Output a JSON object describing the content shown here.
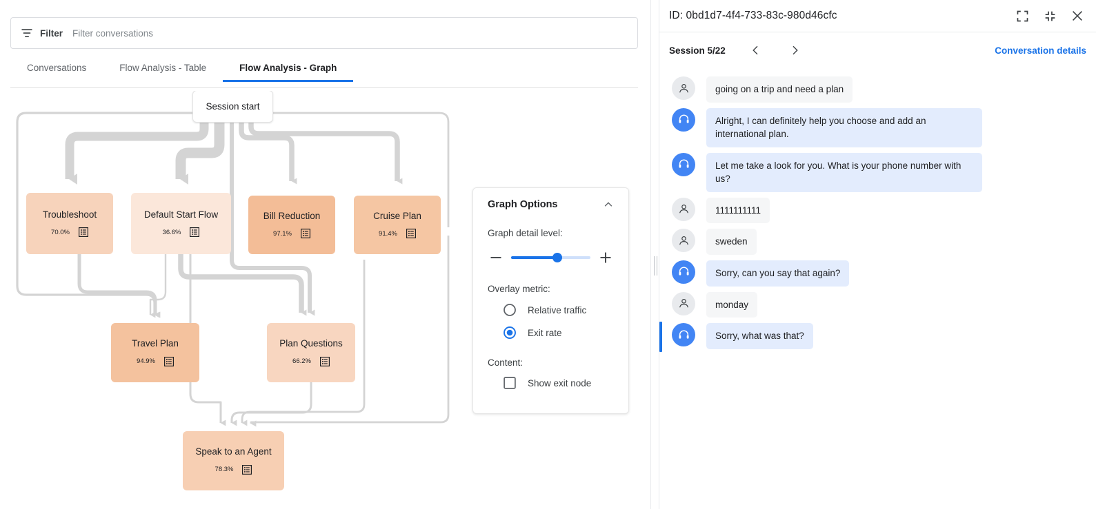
{
  "filter": {
    "icon": "filter-icon",
    "label": "Filter",
    "placeholder": "Filter conversations",
    "value": ""
  },
  "tabs": [
    {
      "label": "Conversations",
      "active": false
    },
    {
      "label": "Flow Analysis - Table",
      "active": false
    },
    {
      "label": "Flow Analysis - Graph",
      "active": true
    }
  ],
  "graph": {
    "session_start_label": "Session start",
    "metric_label": "Exit rate",
    "nodes": [
      {
        "id": "troubleshoot",
        "label": "Troubleshoot",
        "metric": "70.0%",
        "value": 70.0,
        "color": "#f7d3bb",
        "icon": "list-icon"
      },
      {
        "id": "default_start",
        "label": "Default Start Flow",
        "metric": "36.6%",
        "value": 36.6,
        "color": "#fbe7da",
        "icon": "list-icon"
      },
      {
        "id": "bill_reduction",
        "label": "Bill Reduction",
        "metric": "97.1%",
        "value": 97.1,
        "color": "#f3bd97",
        "icon": "list-icon"
      },
      {
        "id": "cruise_plan",
        "label": "Cruise Plan",
        "metric": "91.4%",
        "value": 91.4,
        "color": "#f5c6a3",
        "icon": "list-icon"
      },
      {
        "id": "travel_plan",
        "label": "Travel Plan",
        "metric": "94.9%",
        "value": 94.9,
        "color": "#f4c29e",
        "icon": "list-icon"
      },
      {
        "id": "plan_questions",
        "label": "Plan Questions",
        "metric": "66.2%",
        "value": 66.2,
        "color": "#f8d6c0",
        "icon": "list-icon"
      },
      {
        "id": "speak_agent",
        "label": "Speak to an Agent",
        "metric": "78.3%",
        "value": 78.3,
        "color": "#f7cfb3",
        "icon": "list-icon"
      }
    ],
    "edge_color": "#d4d4d4"
  },
  "options": {
    "title": "Graph Options",
    "collapse_icon": "chevron-up-icon",
    "detail_level_label": "Graph detail level:",
    "decrease_icon": "minus-icon",
    "increase_icon": "plus-icon",
    "slider_percent": 58,
    "overlay_metric_label": "Overlay metric:",
    "radios": [
      {
        "label": "Relative traffic",
        "selected": false
      },
      {
        "label": "Exit rate",
        "selected": true
      }
    ],
    "content_label": "Content:",
    "checkbox": {
      "label": "Show exit node",
      "checked": false
    }
  },
  "conversation": {
    "id_text": "ID: 0bd1d7-4f4-733-83c-980d46cfc",
    "expand_icon": "expand-icon",
    "collapse_icon": "collapse-icon",
    "close_icon": "close-icon",
    "session_label": "Session 5/22",
    "prev_icon": "chevron-left-icon",
    "next_icon": "chevron-right-icon",
    "details_link": "Conversation details",
    "messages": [
      {
        "sender": "user",
        "text": "going on a trip and need a plan",
        "highlighted": false
      },
      {
        "sender": "agent",
        "text": "Alright, I can definitely help you choose and add an international plan.",
        "highlighted": false
      },
      {
        "sender": "agent",
        "text": "Let me take a look for you. What is your phone number with us?",
        "highlighted": false
      },
      {
        "sender": "user",
        "text": "1111111111",
        "highlighted": false
      },
      {
        "sender": "user",
        "text": "sweden",
        "highlighted": false
      },
      {
        "sender": "agent",
        "text": "Sorry, can you say that again?",
        "highlighted": false
      },
      {
        "sender": "user",
        "text": "monday",
        "highlighted": false
      },
      {
        "sender": "agent",
        "text": "Sorry, what was that?",
        "highlighted": true
      }
    ]
  },
  "colors": {
    "accent": "#1a73e8",
    "agent_bubble": "#e3ecfd",
    "user_bubble": "#f5f6f7",
    "edge": "#d4d4d4"
  },
  "chart_data": {
    "type": "diagram",
    "title": "Flow Analysis - Graph",
    "metric": "Exit rate",
    "nodes": [
      {
        "name": "Session start",
        "exit_rate": null
      },
      {
        "name": "Troubleshoot",
        "exit_rate": 70.0
      },
      {
        "name": "Default Start Flow",
        "exit_rate": 36.6
      },
      {
        "name": "Bill Reduction",
        "exit_rate": 97.1
      },
      {
        "name": "Cruise Plan",
        "exit_rate": 91.4
      },
      {
        "name": "Travel Plan",
        "exit_rate": 94.9
      },
      {
        "name": "Plan Questions",
        "exit_rate": 66.2
      },
      {
        "name": "Speak to an Agent",
        "exit_rate": 78.3
      }
    ],
    "edges": [
      {
        "from": "Session start",
        "to": "Troubleshoot"
      },
      {
        "from": "Session start",
        "to": "Default Start Flow"
      },
      {
        "from": "Session start",
        "to": "Bill Reduction"
      },
      {
        "from": "Session start",
        "to": "Cruise Plan"
      },
      {
        "from": "Session start",
        "to": "Travel Plan"
      },
      {
        "from": "Session start",
        "to": "Plan Questions"
      },
      {
        "from": "Troubleshoot",
        "to": "Travel Plan"
      },
      {
        "from": "Default Start Flow",
        "to": "Travel Plan"
      },
      {
        "from": "Default Start Flow",
        "to": "Plan Questions"
      },
      {
        "from": "Default Start Flow",
        "to": "Speak to an Agent"
      },
      {
        "from": "Plan Questions",
        "to": "Speak to an Agent"
      },
      {
        "from": "Cruise Plan",
        "to": "Speak to an Agent"
      },
      {
        "from": "Bill Reduction",
        "to": "Speak to an Agent"
      }
    ]
  }
}
